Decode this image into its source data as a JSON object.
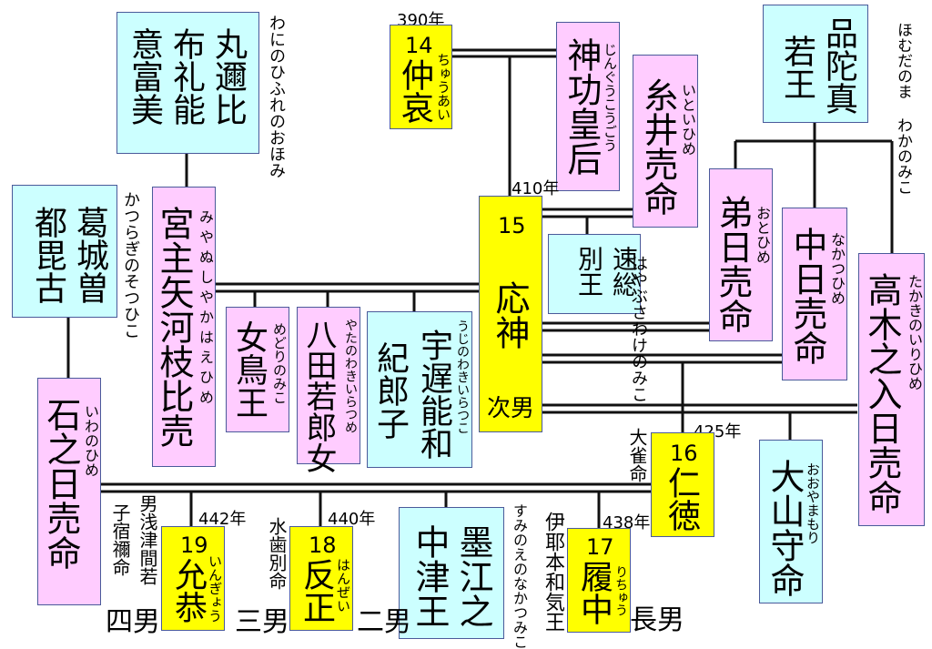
{
  "title": "応神・仁徳天皇系図",
  "people": {
    "wani": {
      "name_col1": "丸邇比",
      "name_col2": "布礼能",
      "name_col3": "意富美",
      "reading": "わにのひふれのおほみ"
    },
    "katsuragi": {
      "name_col1": "葛城曽",
      "name_col2": "都毘古",
      "reading": "かつらぎのそつひこ"
    },
    "chuai": {
      "number": "14",
      "name": "仲哀",
      "reading": "ちゅうあい",
      "year": "390年"
    },
    "jingu": {
      "name": "神功皇后",
      "reading": "じんぐうこうごう"
    },
    "itoi": {
      "name": "糸井売命",
      "reading": "いといひめ"
    },
    "homuda": {
      "name_col1": "品陀真",
      "name_col2": "若王",
      "reading": "ほむだのま わかのみこ"
    },
    "ojin": {
      "number": "15",
      "name": "応神",
      "note": "次男",
      "year": "410年"
    },
    "hayabusa": {
      "name_col1": "速総",
      "name_col2": "別王",
      "reading": "はやぶさわけのみこ"
    },
    "ototo": {
      "name": "弟日売命",
      "reading": "おとひめ"
    },
    "nakatsu": {
      "name": "中日売命",
      "reading": "なかつひめ"
    },
    "takaki": {
      "name": "高木之入日売命",
      "reading": "たかきのいりひめ"
    },
    "miyanushi": {
      "name": "宮主矢河枝比売",
      "reading": "みやぬしやかはえひめ"
    },
    "medori": {
      "name": "女鳥王",
      "reading": "めどりのみこ"
    },
    "yata": {
      "name": "八田若郎女",
      "reading": "やたのわきいらつめ"
    },
    "uji": {
      "name_col1": "宇遅能和",
      "name_col2": "紀郎子",
      "reading": "うじのわきいらつこ"
    },
    "iwanohime": {
      "name": "石之日売命",
      "reading": "いわのひめ"
    },
    "nintoku": {
      "number": "16",
      "name": "仁徳",
      "alias": "大雀命",
      "year": "425年"
    },
    "oyamamori": {
      "name": "大山守命",
      "reading": "おおやまもり"
    },
    "ingyo": {
      "number": "19",
      "name": "允恭",
      "reading": "いんぎょう",
      "year": "442年",
      "alias_col1": "男浅津間若",
      "alias_col2": "子宿禰命",
      "order": "四男"
    },
    "hanzei": {
      "number": "18",
      "name": "反正",
      "reading": "はんぜい",
      "year": "440年",
      "alias": "水歯別命",
      "order": "三男"
    },
    "suminoe": {
      "name_col1": "墨江之",
      "name_col2": "中津王",
      "reading": "すみのえのなかつみこ",
      "order": "二男"
    },
    "richu": {
      "number": "17",
      "name": "履中",
      "reading": "りちゅう",
      "year": "438年",
      "alias": "伊耶本和気王",
      "order": "長男"
    }
  },
  "colors": {
    "emperor": "#ffff00",
    "female": "#ffccff",
    "male": "#ccffff",
    "border": "#4a5a9a"
  }
}
